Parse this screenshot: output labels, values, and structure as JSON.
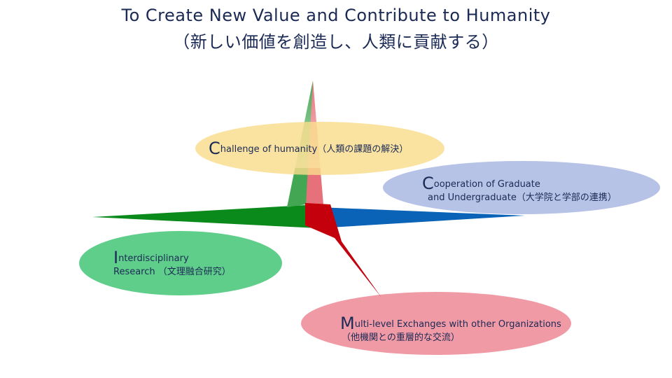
{
  "title": {
    "english": "To Create New Value and Contribute to Humanity",
    "japanese": "（新しい価値を創造し、人類に貢献する）"
  },
  "concepts": [
    {
      "key": "challenge",
      "initial": "C",
      "line1": "hallenge of humanity（人類の課題の解決）",
      "line2": "",
      "color": "#f9dd8c"
    },
    {
      "key": "cooperation",
      "initial": "C",
      "line1": "ooperation of Graduate",
      "line2": "and Undergraduate（大学院と学部の連携）",
      "color": "#b6c2e6"
    },
    {
      "key": "interdisciplinary",
      "initial": "I",
      "line1": "nterdisciplinary",
      "line2": "Research （文理融合研究）",
      "color": "#5fce8a"
    },
    {
      "key": "multilevel",
      "initial": "M",
      "line1": "ulti-level Exchanges with other Organizations",
      "line2": "（他機関との重層的な交流）",
      "color": "#f09aa6"
    }
  ],
  "axis_colors": {
    "up_a": "#e7717a",
    "up_b": "#43a652",
    "left": "#0b8a1c",
    "right": "#0a63b7",
    "down": "#c4000c"
  }
}
